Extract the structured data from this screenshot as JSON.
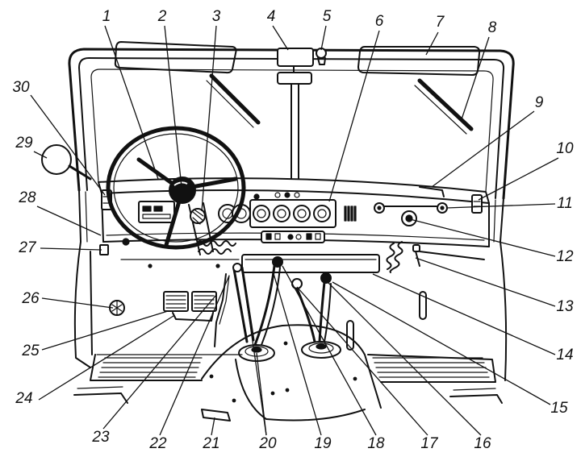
{
  "figure": {
    "callout_labels": [
      "1",
      "2",
      "3",
      "4",
      "5",
      "6",
      "7",
      "8",
      "9",
      "10",
      "11",
      "12",
      "13",
      "14",
      "15",
      "16",
      "17",
      "18",
      "19",
      "20",
      "21",
      "22",
      "23",
      "24",
      "25",
      "26",
      "27",
      "28",
      "29",
      "30"
    ]
  },
  "colors": {
    "line": "#111111",
    "background": "#ffffff",
    "visor_stipple": "#555555"
  }
}
